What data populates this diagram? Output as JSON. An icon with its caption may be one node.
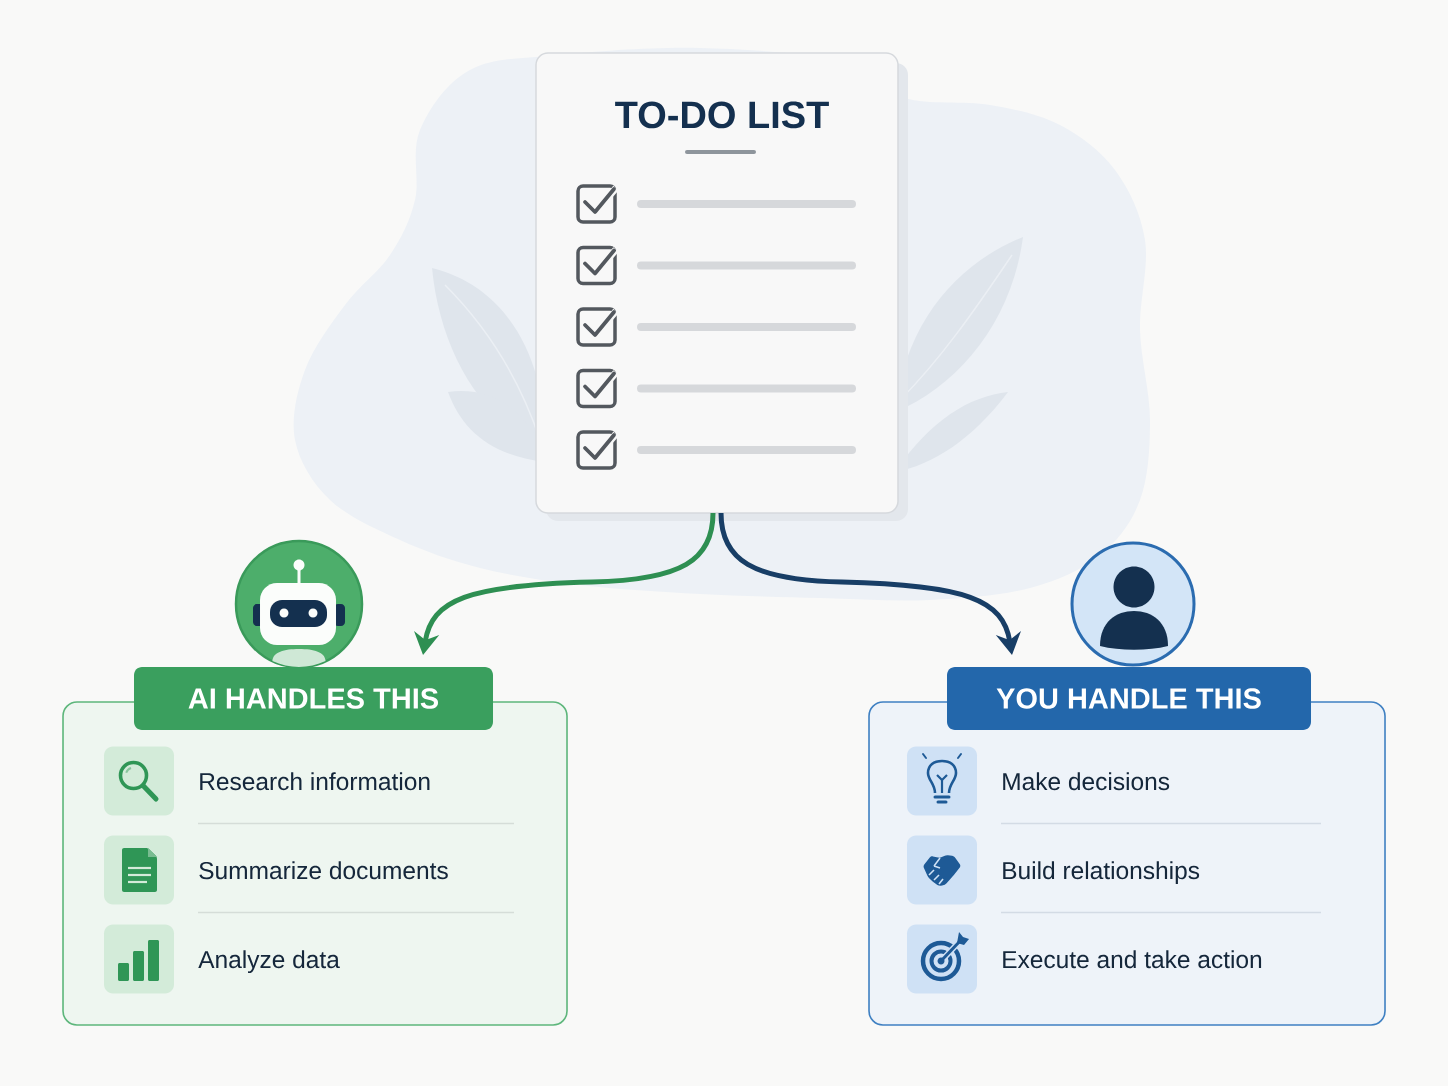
{
  "diagram": {
    "nodes": [
      {
        "text": [
          "TO-DO LIST"
        ]
      },
      {
        "text": [
          "AI HANDLES THIS",
          "Research information",
          "Summarize documents",
          "Analyze data"
        ]
      },
      {
        "text": [
          "YOU HANDLE THIS",
          "Make decisions",
          "Build relationships",
          "Execute and take action"
        ]
      }
    ],
    "edges": [
      {
        "from": 0,
        "to": 1,
        "arrow": "to",
        "color": "#2e8f52"
      },
      {
        "from": 0,
        "to": 2,
        "arrow": "to",
        "color": "#183e66"
      }
    ]
  }
}
